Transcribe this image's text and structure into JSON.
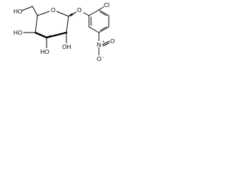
{
  "molecule": {
    "ring_oxygen": "O",
    "glycosidic_oxygen": "O",
    "chloro": "Cl",
    "ch2oh": "HO",
    "c4_oh": "HO",
    "c3_oh": "HO",
    "c2_oh": "OH",
    "nitro_n": "N",
    "nitro_plus": "+",
    "nitro_o_top": "O",
    "nitro_o_bottom": "O",
    "nitro_minus": "-"
  },
  "colors": {
    "bond": "#000000",
    "background": "#ffffff"
  }
}
